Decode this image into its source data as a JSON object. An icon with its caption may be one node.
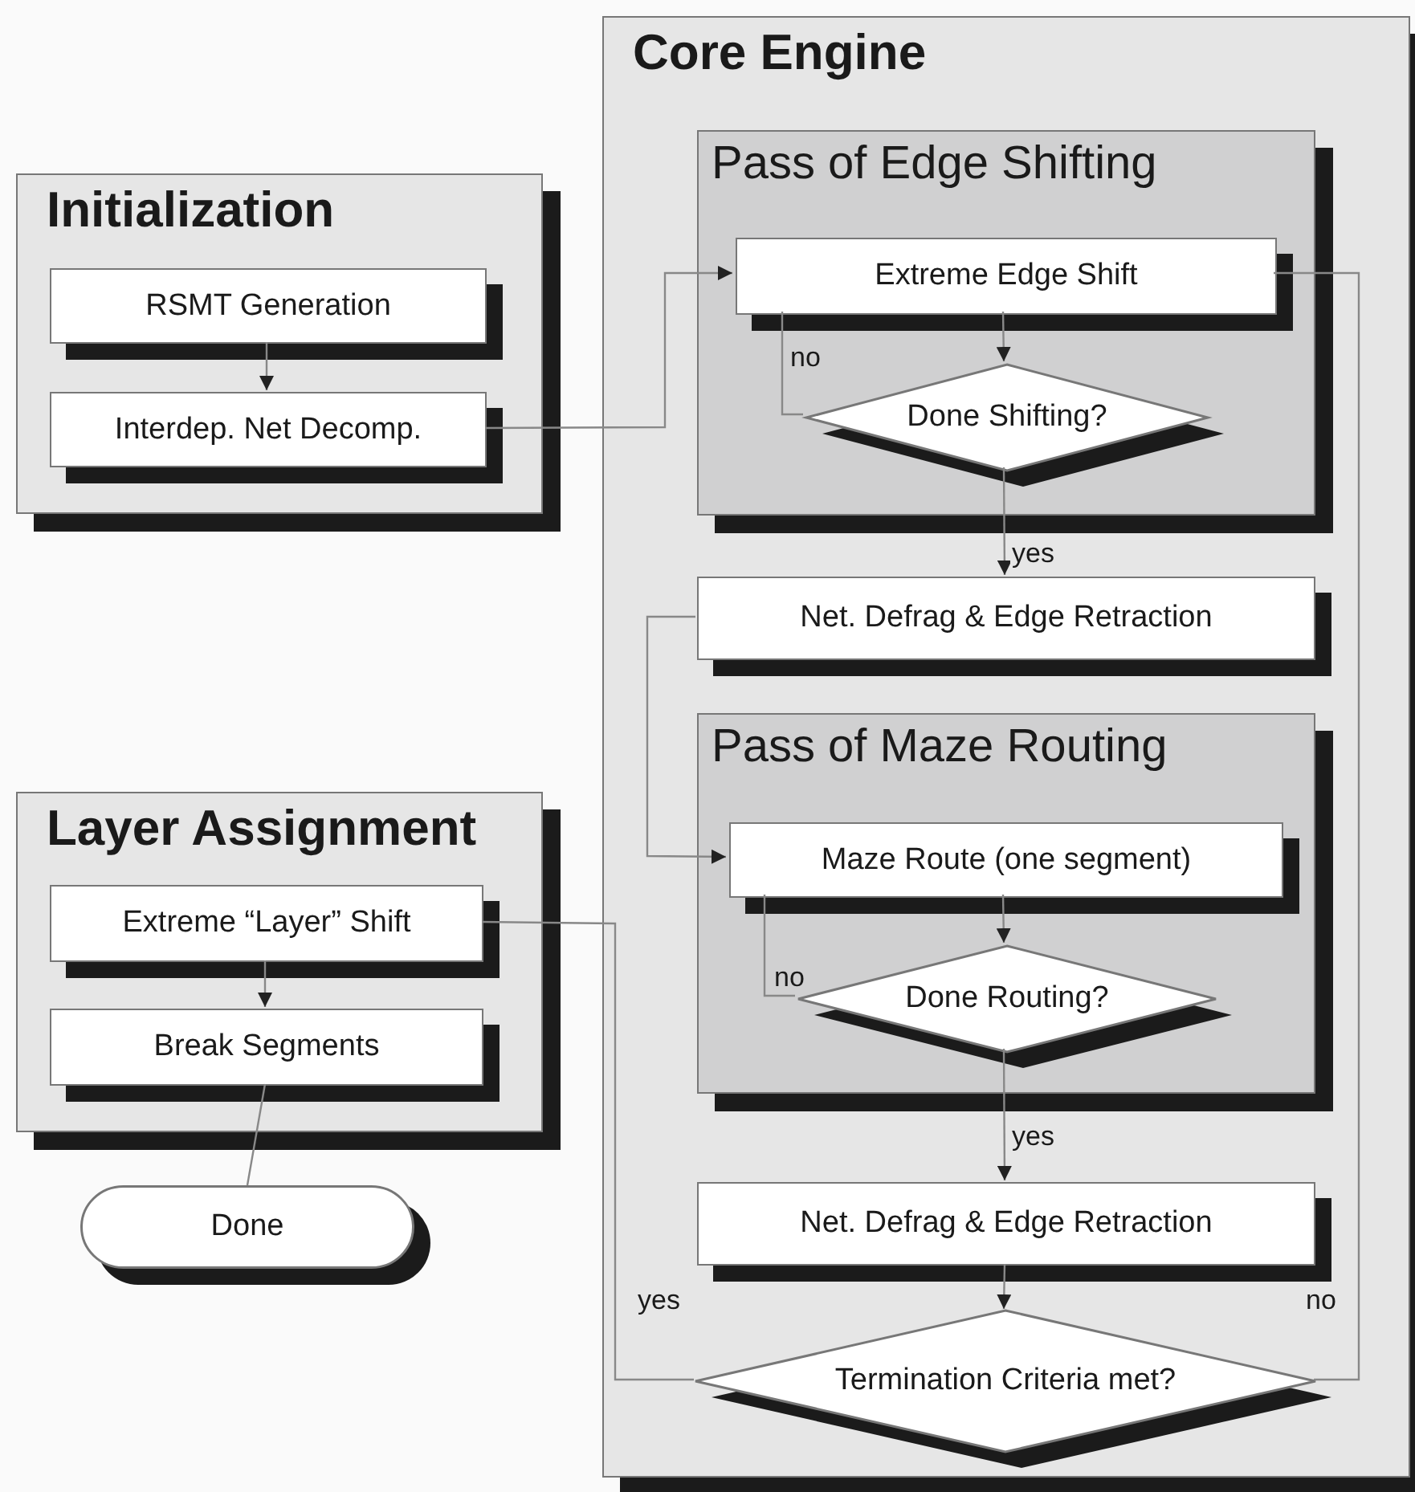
{
  "diagram": {
    "nodes": [
      {
        "text": [
          "Initialization"
        ]
      },
      {
        "text": [
          "RSMT Generation"
        ],
        "in": 0
      },
      {
        "text": [
          "Interdep. Net Decomp."
        ],
        "in": 0
      },
      {
        "text": [
          "Core Engine"
        ]
      },
      {
        "text": [
          "Pass of Edge Shifting"
        ],
        "in": 3
      },
      {
        "text": [
          "Extreme Edge Shift"
        ],
        "in": 4
      },
      {
        "text": [
          "Done Shifting?"
        ],
        "in": 4
      },
      {
        "text": [
          "Net. Defrag & Edge Retraction"
        ],
        "in": 3
      },
      {
        "text": [
          "Pass of Maze Routing"
        ],
        "in": 3
      },
      {
        "text": [
          "Maze Route (one segment)"
        ],
        "in": 8
      },
      {
        "text": [
          "Done Routing?"
        ],
        "in": 8
      },
      {
        "text": [
          "Net. Defrag & Edge Retraction"
        ],
        "in": 3
      },
      {
        "text": [
          "Termination Criteria met?"
        ],
        "in": 3
      },
      {
        "text": [
          "Layer Assignment"
        ]
      },
      {
        "text": [
          "Extreme “Layer” Shift"
        ],
        "in": 13
      },
      {
        "text": [
          "Break Segments"
        ],
        "in": 13
      },
      {
        "text": [
          "Done"
        ]
      }
    ],
    "edges": [
      {
        "from": 1,
        "to": 2,
        "arrow": "to"
      },
      {
        "from": 2,
        "to": 5,
        "arrow": "to"
      },
      {
        "from": 5,
        "to": 6,
        "arrow": "to"
      },
      {
        "from": 6,
        "to": 5,
        "arrow": "none",
        "label": "no"
      },
      {
        "from": 6,
        "to": 7,
        "arrow": "to",
        "label": "yes"
      },
      {
        "from": 7,
        "to": 9,
        "arrow": "to"
      },
      {
        "from": 9,
        "to": 10,
        "arrow": "to"
      },
      {
        "from": 10,
        "to": 9,
        "arrow": "none",
        "label": "no"
      },
      {
        "from": 10,
        "to": 11,
        "arrow": "to",
        "label": "yes"
      },
      {
        "from": 11,
        "to": 12,
        "arrow": "to"
      },
      {
        "from": 12,
        "to": 5,
        "arrow": "none",
        "label": "no"
      },
      {
        "from": 12,
        "to": 14,
        "arrow": "none",
        "label": "yes"
      },
      {
        "from": 14,
        "to": 15,
        "arrow": "to"
      },
      {
        "from": 15,
        "to": 16,
        "arrow": "none"
      }
    ]
  }
}
